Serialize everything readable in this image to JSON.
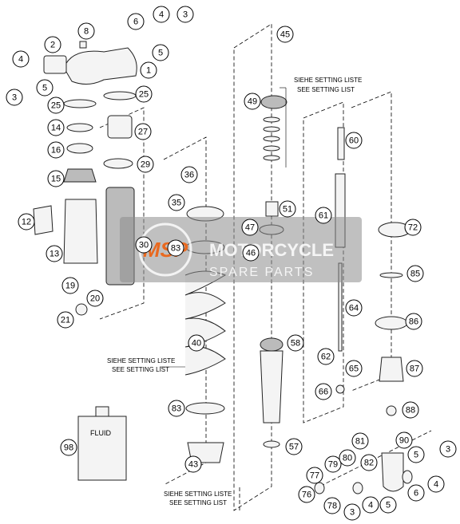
{
  "diagram": {
    "callouts": [
      "1",
      "2",
      "3",
      "3",
      "3",
      "3",
      "4",
      "4",
      "4",
      "4",
      "5",
      "5",
      "5",
      "5",
      "6",
      "6",
      "8",
      "12",
      "13",
      "14",
      "15",
      "16",
      "19",
      "20",
      "21",
      "25",
      "25",
      "27",
      "29",
      "30",
      "35",
      "36",
      "40",
      "43",
      "45",
      "46",
      "47",
      "49",
      "51",
      "57",
      "58",
      "60",
      "61",
      "62",
      "64",
      "65",
      "66",
      "72",
      "76",
      "77",
      "78",
      "79",
      "80",
      "81",
      "82",
      "83",
      "83",
      "85",
      "86",
      "87",
      "88",
      "90",
      "98"
    ],
    "notes": {
      "setting_1_de": "SIEHE SETTING LISTE",
      "setting_1_en": "SEE SETTING LIST",
      "setting_2_de": "SIEHE SETTING LISTE",
      "setting_2_en": "SEE SETTING LIST",
      "setting_3_de": "SIEHE SETTING LISTE",
      "setting_3_en": "SEE SETTING LIST"
    },
    "fluid_label": "FLUID"
  },
  "watermark": {
    "logo": "MSP",
    "title": "MOTORCYCLE",
    "subtitle": "SPARE PARTS",
    "colors": {
      "logo": "#e9691f",
      "panel": "#8c8c8c"
    }
  }
}
